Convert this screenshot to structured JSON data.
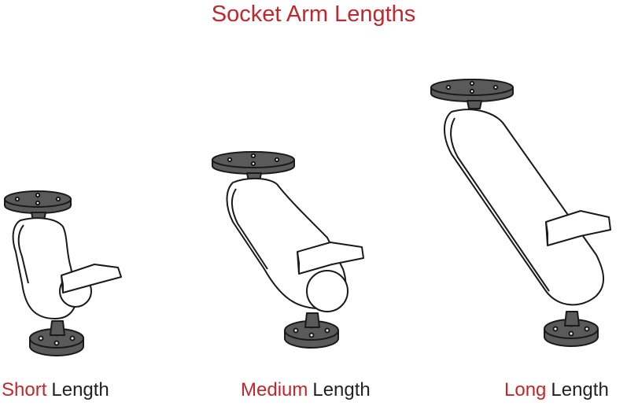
{
  "title": "Socket Arm Lengths",
  "colors": {
    "accent": "#c1272d",
    "text": "#222222",
    "plate": "#5a5a5a",
    "line": "#1a1a1a",
    "body": "#ffffff"
  },
  "icons": [
    "ball-mount-short-icon",
    "ball-mount-medium-icon",
    "ball-mount-long-icon"
  ],
  "labels": {
    "short": {
      "accent": "Short",
      "rest": "Length"
    },
    "medium": {
      "accent": "Medium",
      "rest": "Length"
    },
    "long": {
      "accent": "Long",
      "rest": "Length"
    }
  }
}
